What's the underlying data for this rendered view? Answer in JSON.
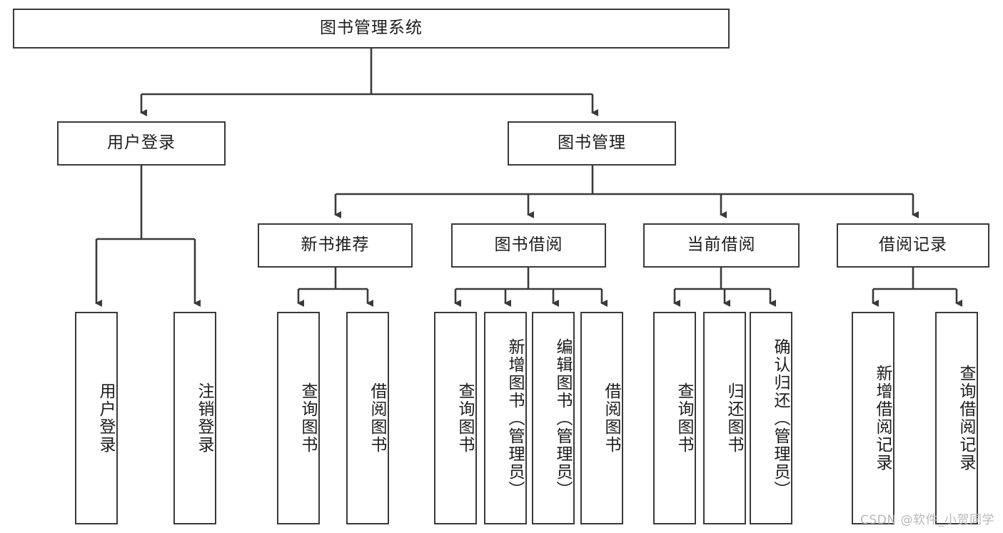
{
  "diagram": {
    "title": "图书管理系统",
    "type": "tree-hierarchy-diagram",
    "colors": {
      "box_border": "#3a3a3a",
      "box_fill": "#ffffff",
      "edge": "#3a3a3a",
      "text": "#1c1c1c",
      "watermark": "#b9b9b9",
      "background": "#ffffff"
    },
    "watermark": "CSDN @软件_小贺同学",
    "nodes": {
      "root": {
        "label": "图书管理系统"
      },
      "level2": [
        {
          "id": "user-login",
          "label": "用户登录"
        },
        {
          "id": "book-manage",
          "label": "图书管理"
        }
      ],
      "level3": [
        {
          "id": "new-book-recommend",
          "label": "新书推荐"
        },
        {
          "id": "book-borrow",
          "label": "图书借阅"
        },
        {
          "id": "current-borrow",
          "label": "当前借阅"
        },
        {
          "id": "borrow-record",
          "label": "借阅记录"
        }
      ],
      "leaves": [
        {
          "id": "leaf-user-login",
          "label": "用户登录",
          "parent": "user-login"
        },
        {
          "id": "leaf-user-logout",
          "label": "注销登录",
          "parent": "user-login"
        },
        {
          "id": "leaf-query-book-1",
          "label": "查询图书",
          "parent": "new-book-recommend"
        },
        {
          "id": "leaf-borrow-book-1",
          "label": "借阅图书",
          "parent": "new-book-recommend"
        },
        {
          "id": "leaf-query-book-2",
          "label": "查询图书",
          "parent": "book-borrow"
        },
        {
          "id": "leaf-add-book",
          "label": "新增图书（管理员）",
          "parent": "book-borrow"
        },
        {
          "id": "leaf-edit-book",
          "label": "编辑图书（管理员）",
          "parent": "book-borrow"
        },
        {
          "id": "leaf-borrow-book-2",
          "label": "借阅图书",
          "parent": "book-borrow"
        },
        {
          "id": "leaf-query-book-3",
          "label": "查询图书",
          "parent": "current-borrow"
        },
        {
          "id": "leaf-return-book",
          "label": "归还图书",
          "parent": "current-borrow"
        },
        {
          "id": "leaf-confirm-return",
          "label": "确认归还（管理员）",
          "parent": "current-borrow"
        },
        {
          "id": "leaf-add-record",
          "label": "新增借阅记录",
          "parent": "borrow-record"
        },
        {
          "id": "leaf-query-record",
          "label": "查询借阅记录",
          "parent": "borrow-record"
        }
      ]
    }
  }
}
